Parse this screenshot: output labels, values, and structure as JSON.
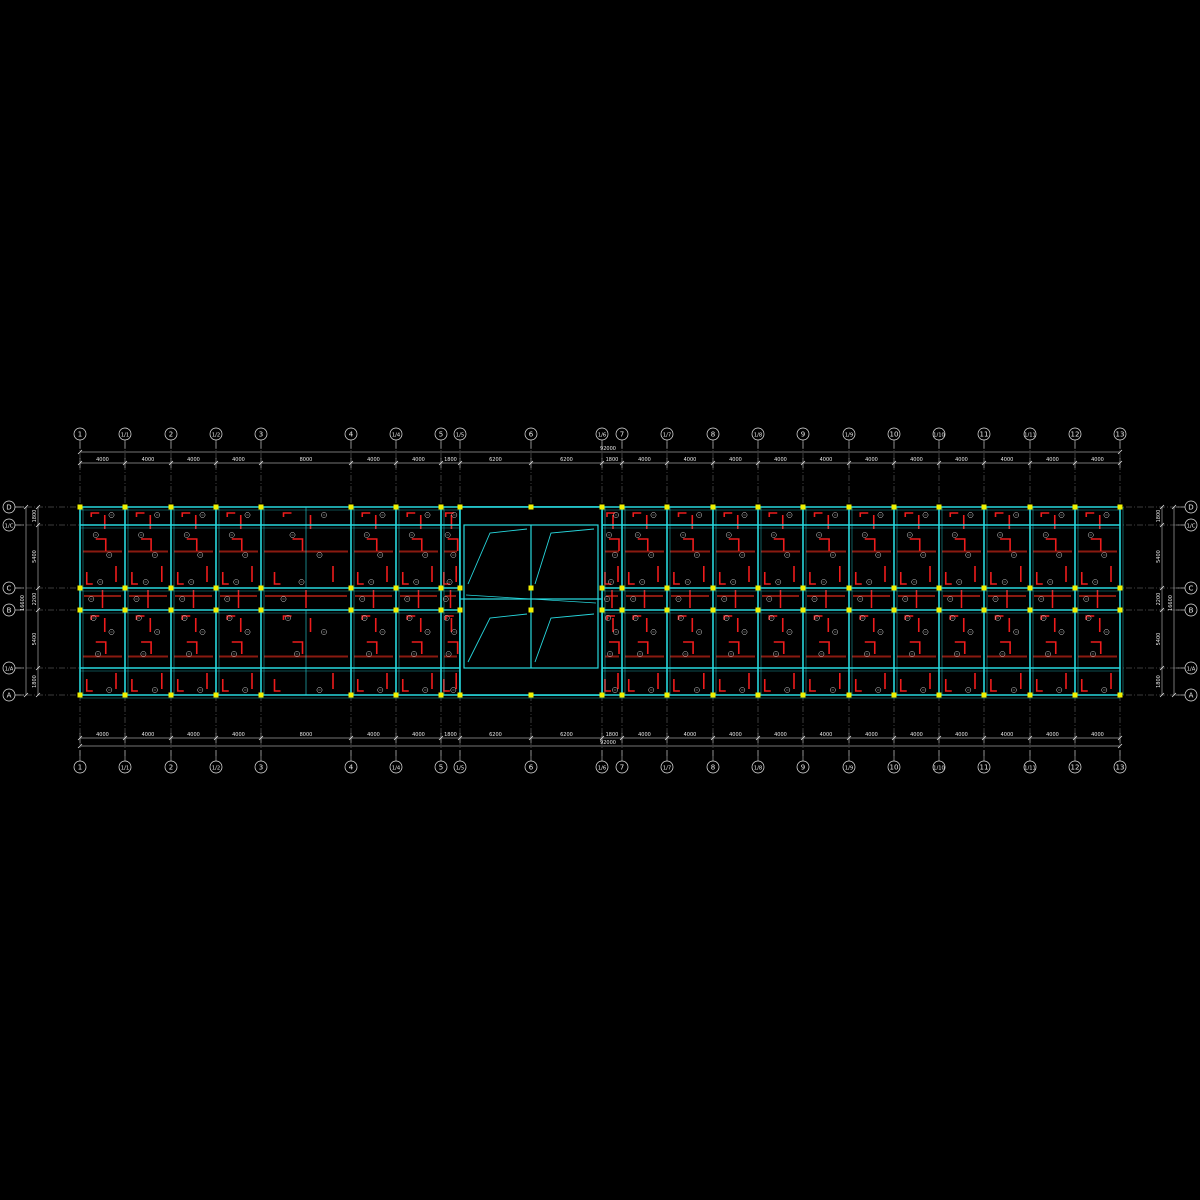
{
  "colors": {
    "background": "#000000",
    "beam": "#27d7dd",
    "rebar": "#ee1c1c",
    "rebar_dark": "#8a1a10",
    "column": "#f0f000",
    "axis": "#d8d8d8",
    "dim": "#e8e8e8",
    "annotation": "#d0d0d0"
  },
  "axes": {
    "vertical": [
      "1",
      "1/1",
      "2",
      "1/2",
      "3",
      "4",
      "1/4",
      "5",
      "1/5",
      "6",
      "1/6",
      "7",
      "1/7",
      "8",
      "1/8",
      "9",
      "1/9",
      "10",
      "1/10",
      "11",
      "1/11",
      "12",
      "13"
    ],
    "horizontal": [
      "D",
      "1/C",
      "C",
      "B",
      "1/A",
      "A"
    ]
  },
  "dimensions": {
    "top_spans": [
      "4000",
      "4000",
      "4000",
      "4000",
      "8000",
      "4000",
      "4000",
      "1800",
      "6200",
      "6200",
      "1800",
      "4000",
      "4000",
      "4000",
      "4000",
      "4000",
      "4000",
      "4000",
      "4000",
      "4000",
      "4000",
      "4000"
    ],
    "bottom_spans": [
      "4000",
      "4000",
      "4000",
      "4000",
      "8000",
      "4000",
      "4000",
      "1800",
      "6200",
      "6200",
      "1800",
      "4000",
      "4000",
      "4000",
      "4000",
      "4000",
      "4000",
      "4000",
      "4000",
      "4000",
      "4000",
      "4000"
    ],
    "overall": "92000",
    "left_spans": [
      "1800",
      "5400",
      "2200",
      "5400",
      "1800"
    ],
    "right_spans": [
      "1800",
      "5400",
      "2200",
      "5400",
      "1800"
    ],
    "left_total": "16600",
    "right_total": "16600"
  }
}
